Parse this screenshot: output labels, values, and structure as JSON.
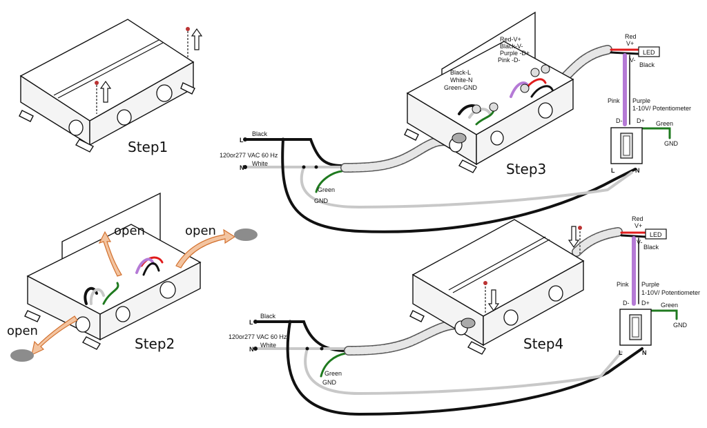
{
  "steps": {
    "step1": "Step1",
    "step2": "Step2",
    "step3": "Step3",
    "step4": "Step4"
  },
  "step2": {
    "open_labels": [
      "open",
      "open",
      "open"
    ]
  },
  "step3": {
    "terminal_L": "L",
    "terminal_N": "N",
    "black_label": "Black",
    "white_label": "White",
    "voltage_label": "120or277 VAC  60 Hz",
    "green_label": "Green",
    "gnd_label": "GND",
    "box_inner_labels": [
      "Black-L",
      "White-N",
      "Green-GND"
    ],
    "lid_labels": [
      "Red-V+",
      "Black-V-",
      "Purple -D+",
      "Pink -D-"
    ],
    "red_label": "Red",
    "vplus_label": "V+",
    "vminus_label": "V-",
    "led_label": "LED",
    "black_out_label": "Black",
    "pink_label": "Pink",
    "purple_label": "Purple",
    "dimmer_label": "1-10V/ Potentiometer",
    "dminus_label": "D-",
    "dplus_label": "D+",
    "green_right_label": "Green",
    "gnd_right_label": "GND",
    "switch_L": "L",
    "switch_N": "N"
  },
  "step4": {
    "terminal_L": "L",
    "terminal_N": "N",
    "black_label": "Black",
    "white_label": "White",
    "voltage_label": "120or277 VAC  60 Hz",
    "green_label": "Green",
    "gnd_label": "GND",
    "red_label": "Red",
    "vplus_label": "V+",
    "vminus_label": "V-",
    "led_label": "LED",
    "black_out_label": "Black",
    "pink_label": "Pink",
    "purple_label": "Purple",
    "dimmer_label": "1-10V/ Potentiometer",
    "dminus_label": "D-",
    "dplus_label": "D+",
    "green_right_label": "Green",
    "gnd_right_label": "GND",
    "switch_L": "L",
    "switch_N": "N"
  },
  "colors": {
    "black_wire": "#111111",
    "white_wire": "#c8c8c8",
    "green_wire": "#1f7a1f",
    "purple_wire": "#b57ad6",
    "red_wire": "#e01b1b",
    "open_arrow": "#f3c4a0"
  }
}
